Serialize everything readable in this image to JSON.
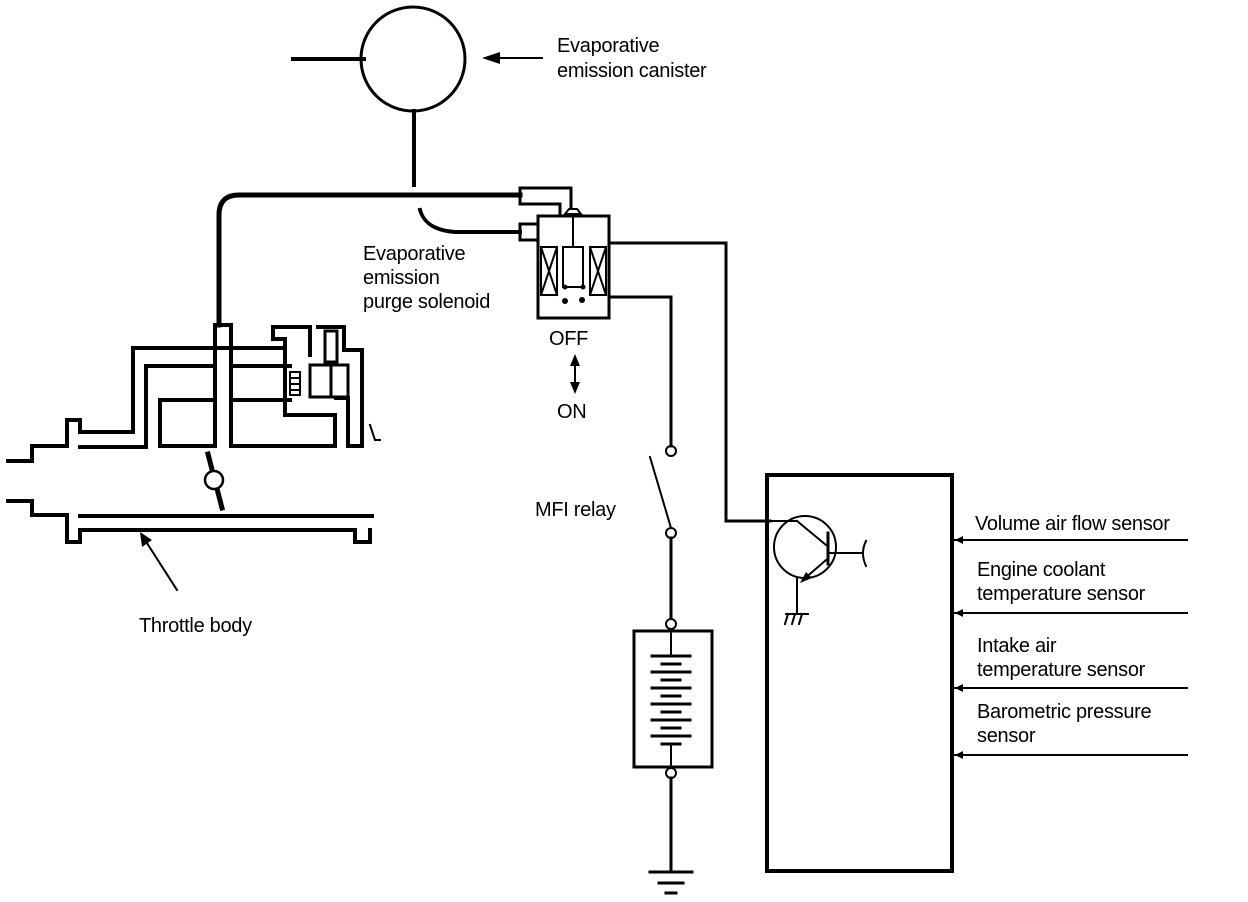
{
  "diagram": {
    "title": "Evaporative emission purge control system",
    "colors": {
      "line": "#000000",
      "background": "#ffffff"
    },
    "labels": {
      "canister": [
        "Evaporative",
        "emission canister"
      ],
      "purge_solenoid": [
        "Evaporative",
        "emission",
        "purge solenoid"
      ],
      "solenoid_off": "OFF",
      "solenoid_on": "ON",
      "mfi_relay": "MFI relay",
      "throttle_body": "Throttle body"
    },
    "ecu_inputs": [
      {
        "lines": [
          "Volume air flow sensor"
        ]
      },
      {
        "lines": [
          "Engine coolant",
          "temperature sensor"
        ]
      },
      {
        "lines": [
          "Intake air",
          "temperature sensor"
        ]
      },
      {
        "lines": [
          "Barometric  pressure",
          "sensor"
        ]
      }
    ],
    "components": [
      {
        "name": "evaporative-emission-canister",
        "symbol": "circle"
      },
      {
        "name": "evaporative-emission-purge-solenoid",
        "symbol": "solenoid-valve"
      },
      {
        "name": "mfi-relay",
        "symbol": "switch"
      },
      {
        "name": "battery",
        "symbol": "battery"
      },
      {
        "name": "ground",
        "symbol": "ground"
      },
      {
        "name": "engine-control-unit",
        "symbol": "box-with-transistor"
      },
      {
        "name": "throttle-body",
        "symbol": "throttle-body"
      }
    ]
  }
}
